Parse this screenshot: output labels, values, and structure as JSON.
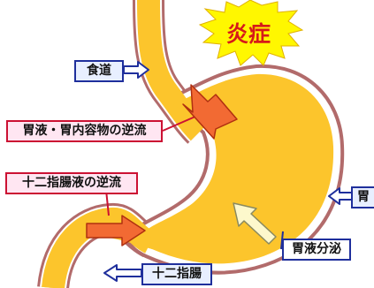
{
  "labels": {
    "esophagus": "食道",
    "reflux": "胃液・胃内容物の逆流",
    "duodenal_reflux": "十二指腸液の逆流",
    "stomach": "胃",
    "secretion": "胃液分泌",
    "duodenum": "十二指腸",
    "inflammation": "炎症"
  },
  "colors": {
    "organ_fill": "#fcc52c",
    "organ_outline": "#b26b6b",
    "label_border": "#1f2f9c",
    "pink_border": "#cc1133",
    "burst_fill": "#fff700",
    "burst_text": "#d61a1a",
    "reflux_arrow": "#f26a33",
    "secretion_arrow": "#fdf8cc"
  }
}
